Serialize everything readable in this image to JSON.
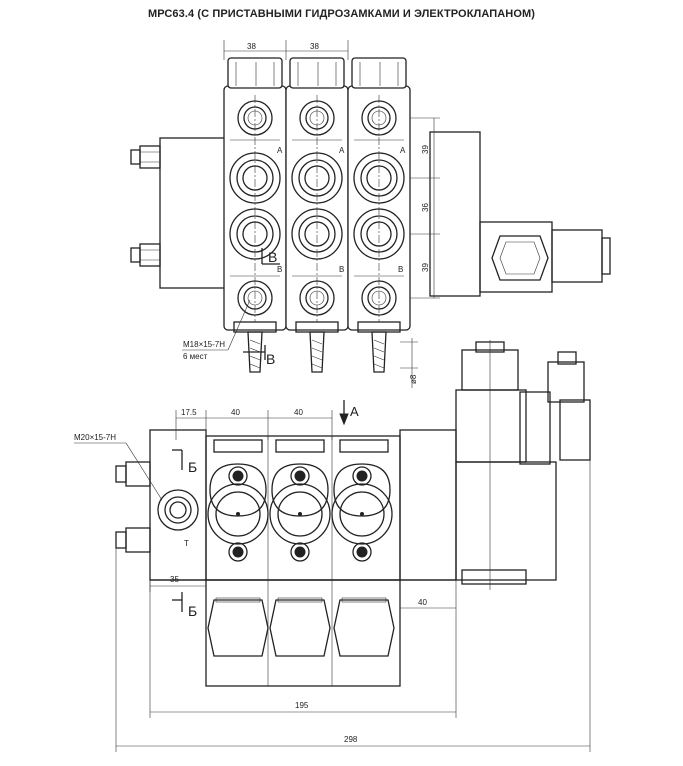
{
  "title": "МРС63.4 (С ПРИСТАВНЫМИ ГИДРОЗАМКАМИ И ЭЛЕКТРОКЛАПАНОМ)",
  "top_view": {
    "dim_width_1": "38",
    "dim_width_2": "38",
    "dim_right_1": "39",
    "dim_right_2": "36",
    "dim_right_3": "39",
    "port_a": "A",
    "port_b": "B",
    "section_label": "B",
    "thread_note": "M18×15-7H",
    "thread_count": "6 мест",
    "dim_diameter": "ø8"
  },
  "front_view": {
    "dim_offset": "17.5",
    "dim_pitch_1": "40",
    "dim_pitch_2": "40",
    "arrow_label": "A",
    "thread_note": "M20×15-7H",
    "section_label": "Б",
    "port_t": "T",
    "dim_35": "35",
    "dim_40": "40",
    "dim_195": "195",
    "dim_298": "298"
  }
}
